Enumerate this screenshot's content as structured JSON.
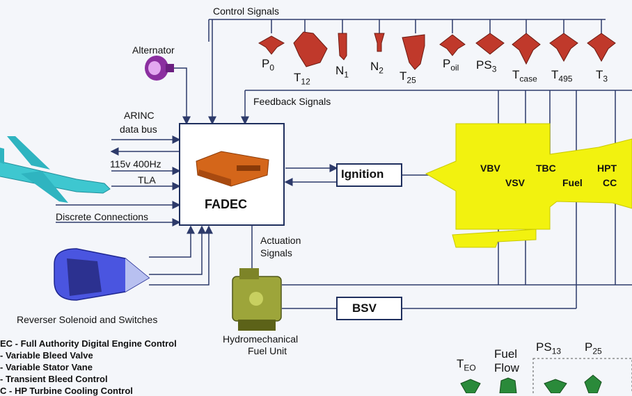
{
  "colors": {
    "sensor": "#c0392b",
    "engine": "#f2f20f",
    "box_border": "#1f2f5e",
    "line": "#2d3a6a",
    "green_sensor": "#2a8a3a"
  },
  "labels": {
    "control_signals": "Control Signals",
    "feedback_signals": "Feedback Signals",
    "alternator": "Alternator",
    "arinc": "ARINC",
    "data_bus": "data bus",
    "power": "115v 400Hz",
    "tla": "TLA",
    "discrete": "Discrete Connections",
    "reverser": "Reverser Solenoid and Switches",
    "actuation_1": "Actuation",
    "actuation_2": "Signals",
    "hmu_1": "Hydromechanical",
    "hmu_2": "Fuel Unit",
    "fadec": "FADEC",
    "ignition": "Ignition",
    "bsv": "BSV"
  },
  "sensors": [
    {
      "main": "P",
      "sub": "0",
      "icon": "pressure-sensor-icon"
    },
    {
      "main": "T",
      "sub": "12",
      "icon": "temperature-sensor-icon"
    },
    {
      "main": "N",
      "sub": "1",
      "icon": "speed-sensor-icon"
    },
    {
      "main": "N",
      "sub": "2",
      "icon": "speed-sensor-icon"
    },
    {
      "main": "T",
      "sub": "25",
      "icon": "temperature-sensor-icon"
    },
    {
      "main": "P",
      "sub": "oil",
      "icon": "pressure-sensor-icon"
    },
    {
      "main": "PS",
      "sub": "3",
      "icon": "pressure-sensor-icon"
    },
    {
      "main": "T",
      "sub": "case",
      "icon": "temperature-sensor-icon"
    },
    {
      "main": "T",
      "sub": "495",
      "icon": "temperature-sensor-icon"
    },
    {
      "main": "T",
      "sub": "3",
      "icon": "temperature-sensor-icon"
    }
  ],
  "engine_labels": {
    "vbv": "VBV",
    "vsv": "VSV",
    "tbc": "TBC",
    "fuel": "Fuel",
    "hpt": "HPT",
    "cc": "CC"
  },
  "bottom_sensors": {
    "teo_main": "T",
    "teo_sub": "EO",
    "fuel_flow_1": "Fuel",
    "fuel_flow_2": "Flow",
    "ps13_main": "PS",
    "ps13_sub": "13",
    "p25_main": "P",
    "p25_sub": "25"
  },
  "legend": [
    "EC - Full Authority Digital Engine Control",
    "- Variable Bleed Valve",
    "- Variable Stator Vane",
    "- Transient Bleed Control",
    "C - HP Turbine Cooling Control"
  ]
}
